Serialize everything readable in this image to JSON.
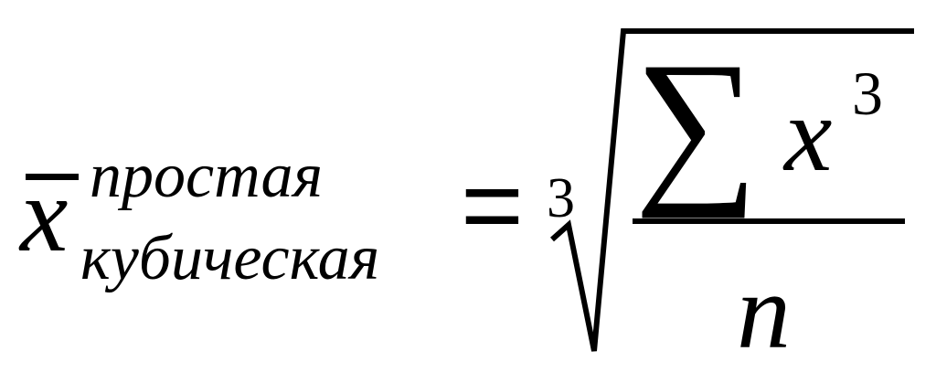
{
  "formula": {
    "variable": "x",
    "superscript": "простая",
    "subscript": "кубическая",
    "equals": "=",
    "root_index": "3",
    "numerator": {
      "operator": "∑",
      "variable": "x",
      "exponent": "3"
    },
    "denominator": "n"
  }
}
